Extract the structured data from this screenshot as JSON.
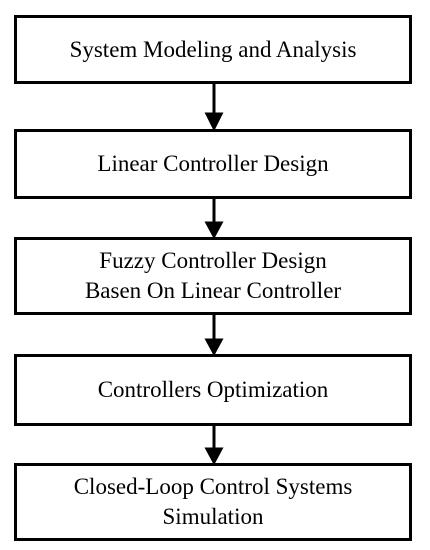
{
  "flowchart": {
    "nodes": [
      {
        "lines": [
          "System Modeling and Analysis"
        ]
      },
      {
        "lines": [
          "Linear Controller Design"
        ]
      },
      {
        "lines": [
          "Fuzzy Controller Design",
          "Basen On Linear Controller"
        ]
      },
      {
        "lines": [
          "Controllers Optimization"
        ]
      },
      {
        "lines": [
          "Closed-Loop Control Systems",
          "Simulation"
        ]
      }
    ]
  }
}
